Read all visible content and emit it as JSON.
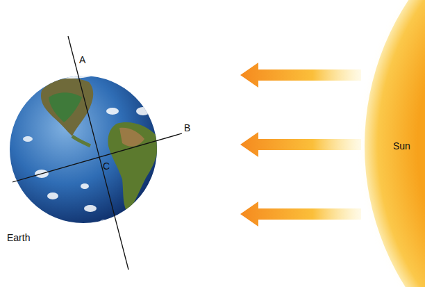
{
  "diagram": {
    "labels": [
      "A",
      "B",
      "C",
      "Earth",
      "Sun"
    ]
  }
}
